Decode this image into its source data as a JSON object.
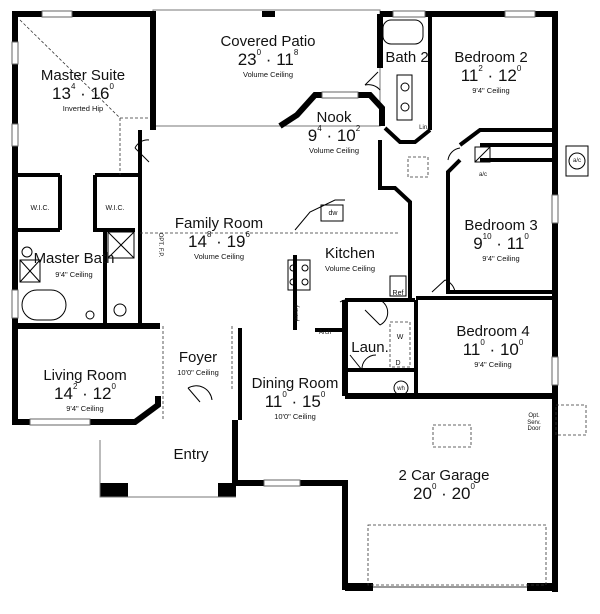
{
  "rooms": {
    "covered_patio": {
      "name": "Covered Patio",
      "w": "23",
      "w_in": "0",
      "d": "11",
      "d_in": "8",
      "ceiling": "Volume Ceiling"
    },
    "master_suite": {
      "name": "Master Suite",
      "w": "13",
      "w_in": "4",
      "d": "16",
      "d_in": "0",
      "ceiling": "Inverted Hip"
    },
    "bath2": {
      "name": "Bath 2"
    },
    "bedroom2": {
      "name": "Bedroom 2",
      "w": "11",
      "w_in": "2",
      "d": "12",
      "d_in": "0",
      "ceiling": "9'4\" Ceiling"
    },
    "nook": {
      "name": "Nook",
      "w": "9",
      "w_in": "4",
      "d": "10",
      "d_in": "2",
      "ceiling": "Volume Ceiling"
    },
    "family_room": {
      "name": "Family Room",
      "w": "14",
      "w_in": "8",
      "d": "19",
      "d_in": "6",
      "ceiling": "Volume Ceiling"
    },
    "kitchen": {
      "name": "Kitchen",
      "ceiling": "Volume Ceiling"
    },
    "bedroom3": {
      "name": "Bedroom 3",
      "w": "9",
      "w_in": "10",
      "d": "11",
      "d_in": "0",
      "ceiling": "9'4\" Ceiling"
    },
    "master_bath": {
      "name": "Master Bath",
      "ceiling": "9'4\" Ceiling"
    },
    "bedroom4": {
      "name": "Bedroom 4",
      "w": "11",
      "w_in": "0",
      "d": "10",
      "d_in": "0",
      "ceiling": "9'4\" Ceiling"
    },
    "laundry": {
      "name": "Laun."
    },
    "living_room": {
      "name": "Living Room",
      "w": "14",
      "w_in": "2",
      "d": "12",
      "d_in": "0",
      "ceiling": "9'4\" Ceiling"
    },
    "foyer": {
      "name": "Foyer",
      "ceiling": "10'0\" Ceiling"
    },
    "dining_room": {
      "name": "Dining Room",
      "w": "11",
      "w_in": "0",
      "d": "15",
      "d_in": "0",
      "ceiling": "10'0\" Ceiling"
    },
    "entry": {
      "name": "Entry"
    },
    "garage": {
      "name": "2 Car Garage",
      "w": "20",
      "w_in": "0",
      "d": "20",
      "d_in": "0"
    }
  },
  "fixtures": {
    "wic_left": "W.I.C.",
    "wic_right": "W.I.C.",
    "linen": "Lin.",
    "ac_interior": "a/c",
    "ac_exterior": "a/c",
    "dishwasher": "dw",
    "refrigerator": "Ref",
    "pantry": "pantry",
    "arch": "Arch",
    "washer": "W",
    "dryer": "D",
    "water_heater": "wh",
    "fireplace": "OPT. F.P.",
    "service_door_line1": "Opt.",
    "service_door_line2": "Serv.",
    "service_door_line3": "Door",
    "dim_separator": "·"
  }
}
